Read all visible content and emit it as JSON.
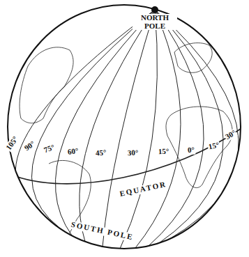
{
  "diagram": {
    "labels": [
      "NORTH POLE",
      "105°",
      "90°",
      "75°",
      "60°",
      "45°",
      "30°",
      "15°",
      "0°",
      "15°",
      "30°",
      "EQUATOR",
      "SOUTH POLE"
    ]
  }
}
